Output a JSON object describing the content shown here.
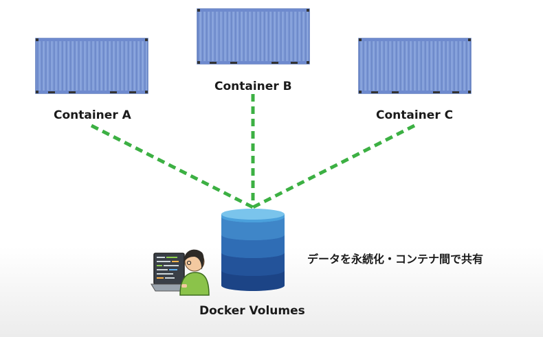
{
  "containers": [
    {
      "label": "Container A"
    },
    {
      "label": "Container B"
    },
    {
      "label": "Container C"
    }
  ],
  "volume": {
    "label": "Docker Volumes"
  },
  "description": "データを永続化・コンテナ間で共有",
  "colors": {
    "container": "#7b97d6",
    "connector": "#3cb043",
    "cylinder": [
      "#5fb0e0",
      "#3f86c8",
      "#2f6db5",
      "#23539a",
      "#1c4486"
    ]
  },
  "icons": [
    "shipping-container-icon",
    "database-cylinder-icon",
    "developer-at-laptop-icon"
  ]
}
